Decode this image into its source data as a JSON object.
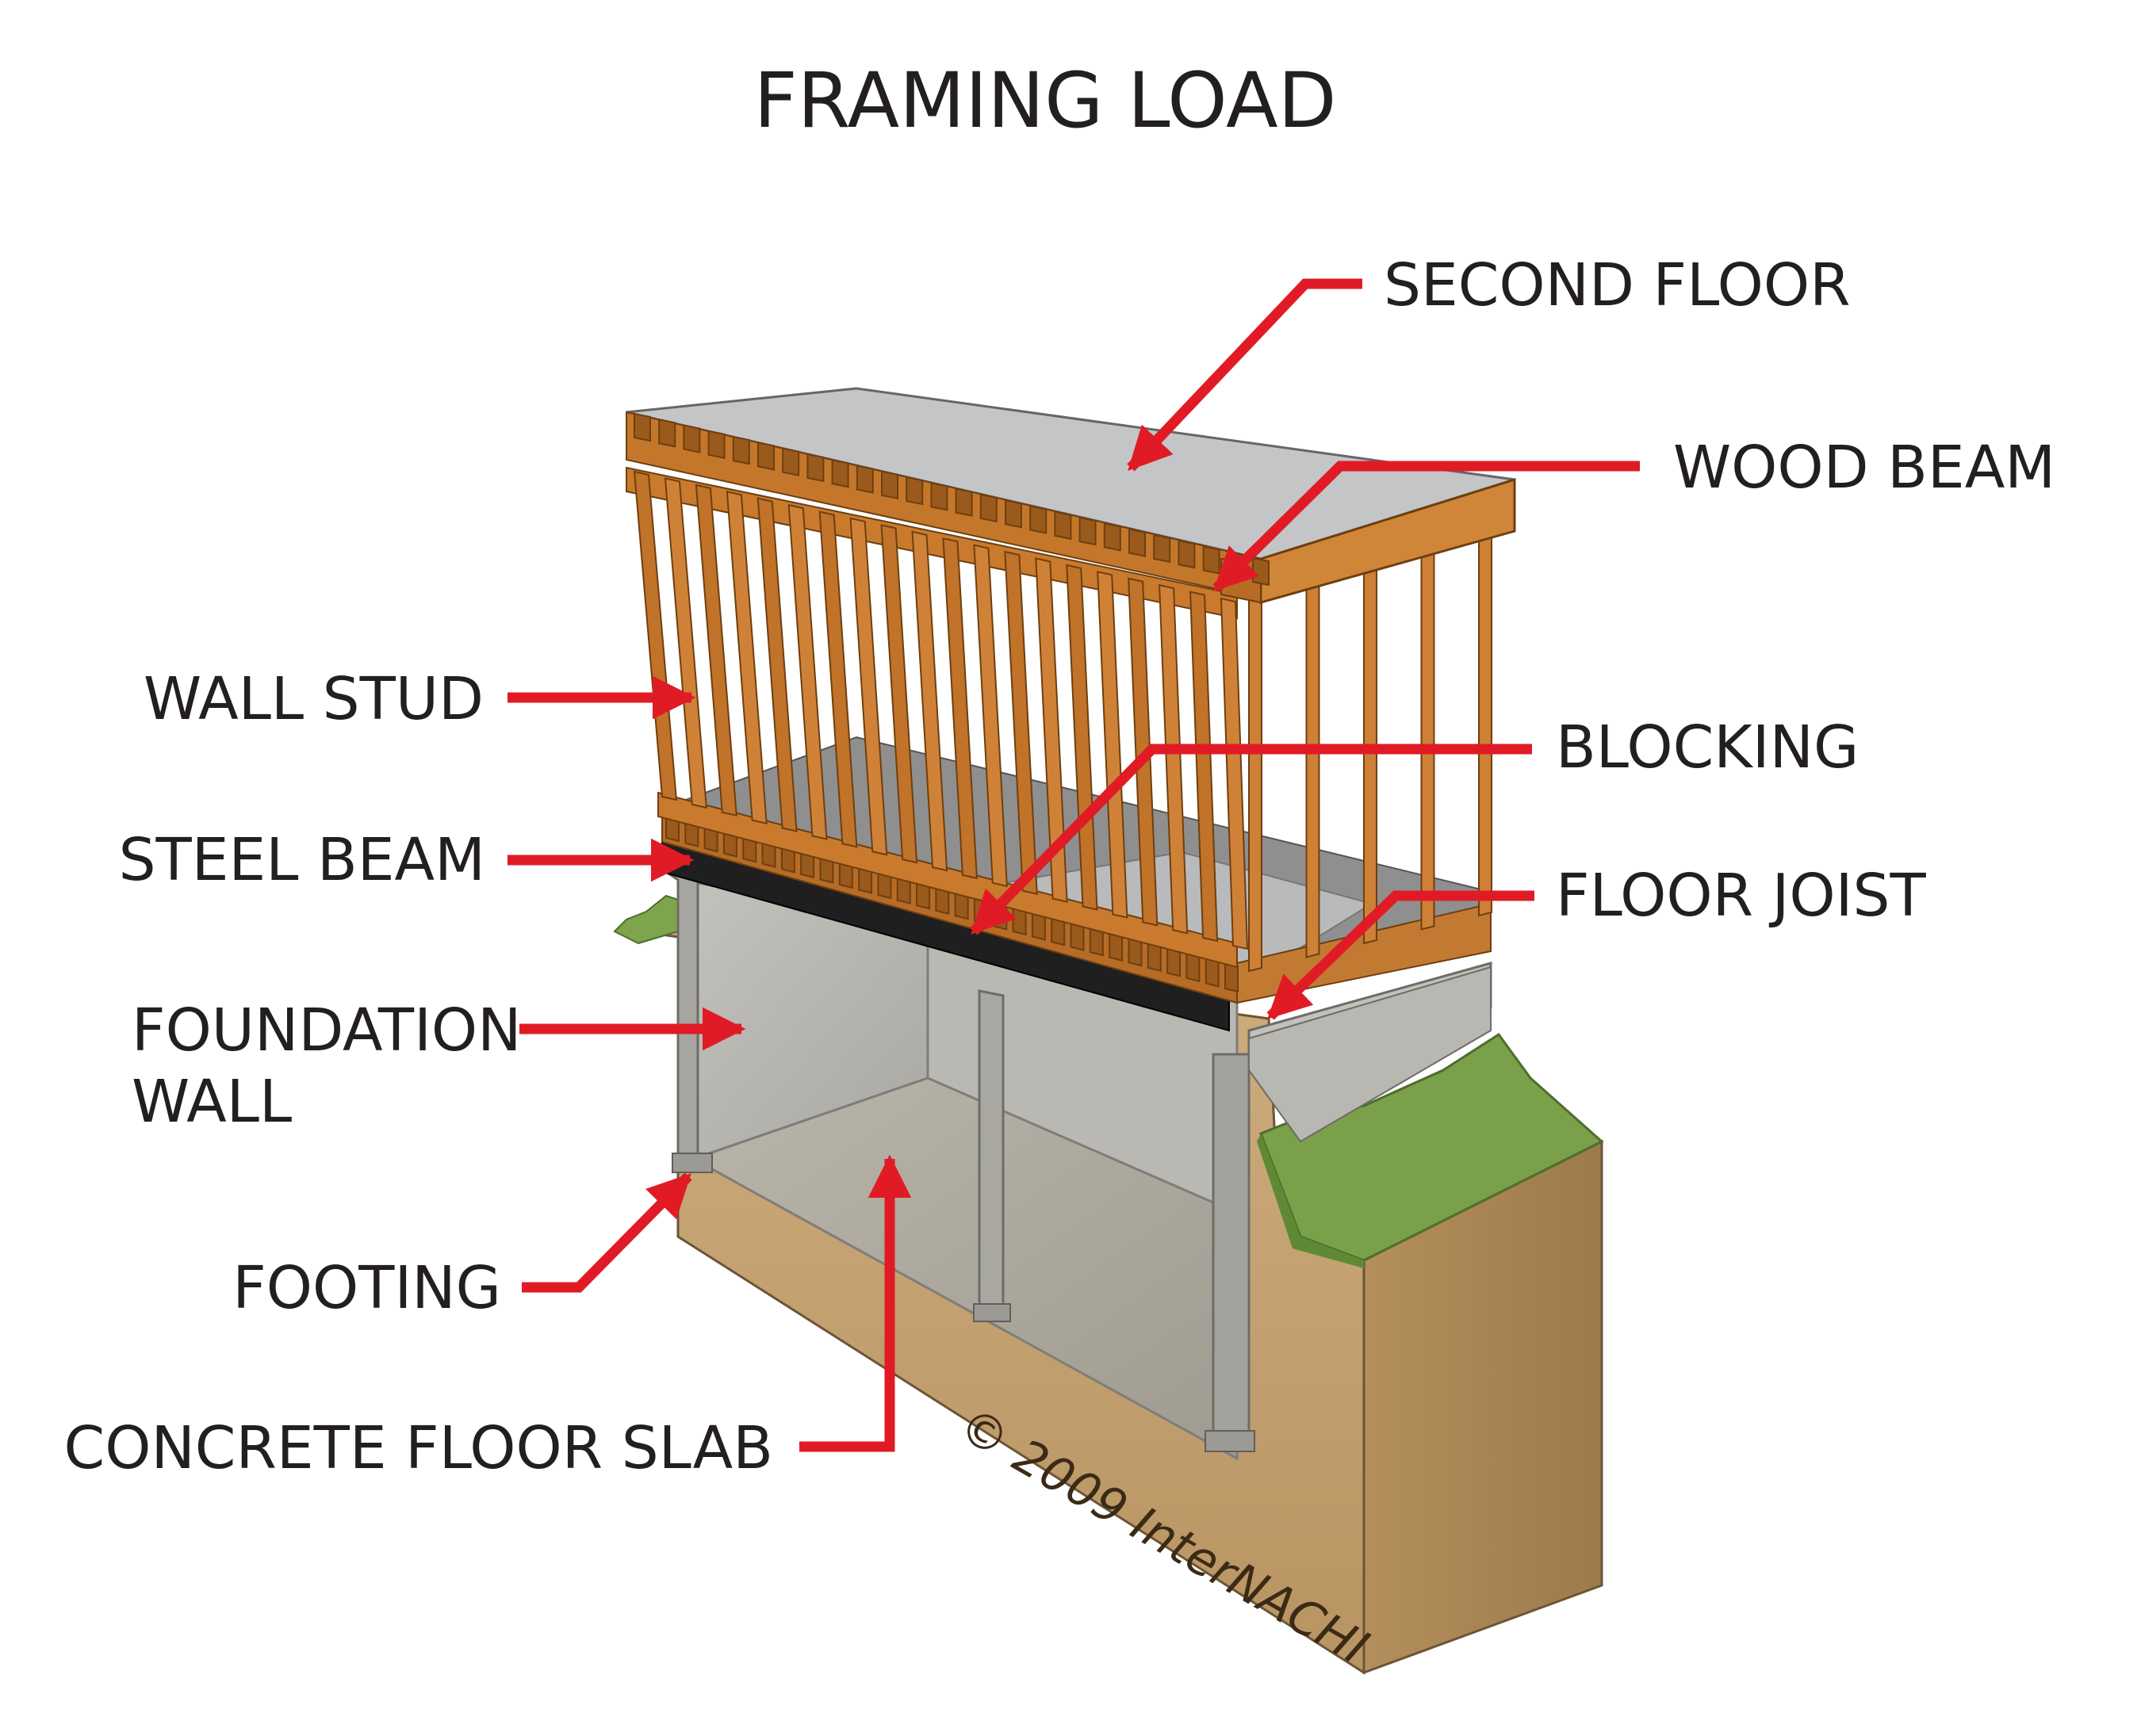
{
  "title": "FRAMING LOAD",
  "labels": {
    "second_floor": "SECOND FLOOR",
    "wood_beam": "WOOD BEAM",
    "wall_stud": "WALL STUD",
    "blocking": "BLOCKING",
    "steel_beam": "STEEL BEAM",
    "floor_joist": "FLOOR JOIST",
    "foundation_wall_line1": "FOUNDATION",
    "foundation_wall_line2": "WALL",
    "footing": "FOOTING",
    "concrete_floor_slab": "CONCRETE FLOOR SLAB"
  },
  "copyright": "© 2009 InterNACHI",
  "colors": {
    "callout": "#e11b25",
    "text": "#231f20",
    "lumber": "#c97a2c",
    "lumber_dark": "#8a4f17",
    "concrete": "#c9c8c2",
    "soil": "#c9a878",
    "grass": "#7aa04a",
    "steel": "#1f1f1f",
    "subfloor": "#b8b9bb"
  }
}
